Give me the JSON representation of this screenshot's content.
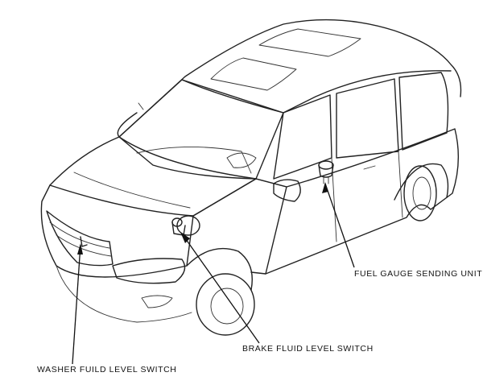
{
  "labels": {
    "fuel_gauge": "FUEL GAUGE SENDING UNIT",
    "brake_fluid": "BRAKE FLUID LEVEL SWITCH",
    "washer_fluid": "WASHER FUILD LEVEL SWITCH"
  },
  "colors": {
    "line": "#222222",
    "background": "#ffffff"
  }
}
